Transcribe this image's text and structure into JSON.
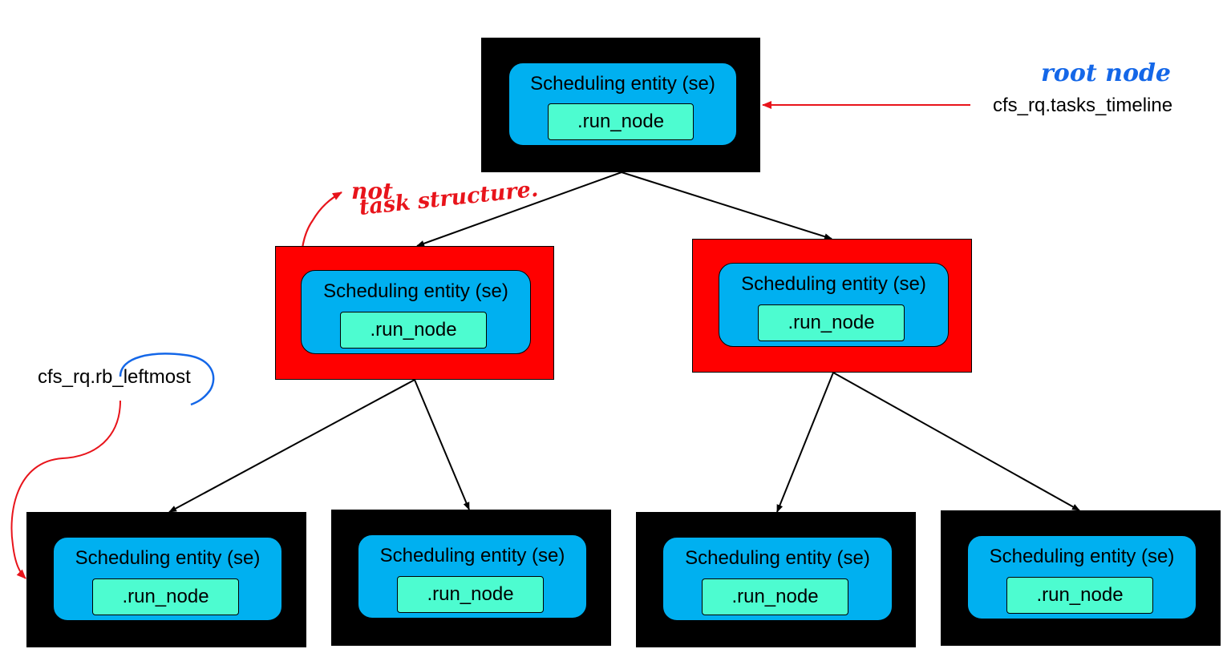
{
  "nodes": [
    {
      "se_label": "Scheduling entity (se)",
      "run_label": ".run_node",
      "color": "#000000"
    },
    {
      "se_label": "Scheduling entity (se)",
      "run_label": ".run_node",
      "color": "#ff0000"
    },
    {
      "se_label": "Scheduling entity (se)",
      "run_label": ".run_node",
      "color": "#ff0000"
    },
    {
      "se_label": "Scheduling entity (se)",
      "run_label": ".run_node",
      "color": "#000000"
    },
    {
      "se_label": "Scheduling entity (se)",
      "run_label": ".run_node",
      "color": "#000000"
    },
    {
      "se_label": "Scheduling entity (se)",
      "run_label": ".run_node",
      "color": "#000000"
    },
    {
      "se_label": "Scheduling entity (se)",
      "run_label": ".run_node",
      "color": "#000000"
    }
  ],
  "labels": {
    "tasks_timeline": "cfs_rq.tasks_timeline",
    "leftmost": "cfs_rq.rb_leftmost"
  },
  "annotations": {
    "root_node": "root node",
    "not_task_1": "not",
    "not_task_2": "task structure."
  },
  "colors": {
    "se_fill": "#00b0f0",
    "run_node_fill": "#4dfcd0",
    "annotation_red": "#e8141b",
    "annotation_blue": "#1467e8"
  }
}
